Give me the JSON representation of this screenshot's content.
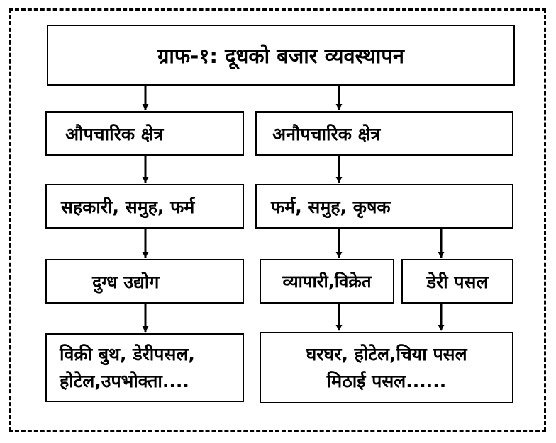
{
  "title": "ग्राफ-१: दूधको बजार व्यवस्थापन",
  "formal": {
    "sector": "औपचारिक क्षेत्र",
    "actors": "सहकारी, समुह, फर्म",
    "industry": "दुग्ध उद्योग",
    "outlets": [
      "विक्री बुथ, डेरीपसल,",
      "होटेल,उपभोक्ता...."
    ]
  },
  "informal": {
    "sector": "अनौपचारिक क्षेत्र",
    "actors": "फर्म, समुह, कृषक",
    "trader": "व्यापारी,विक्रेत",
    "dairy_shop": "डेरी पसल",
    "outlets": [
      "घरघर, होटेल,चिया पसल",
      "मिठाई पसल......"
    ]
  }
}
